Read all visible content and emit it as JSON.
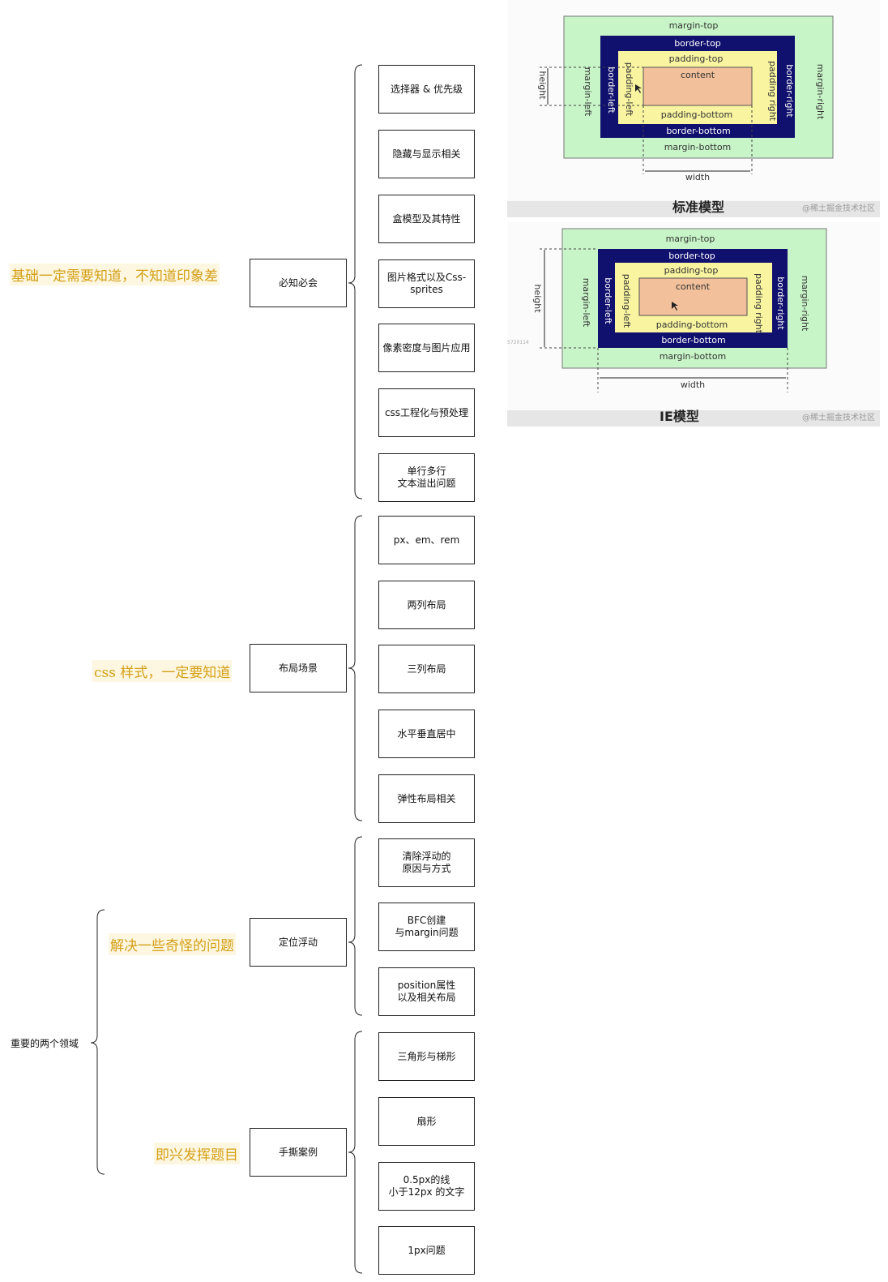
{
  "root": "重要的两个领域",
  "annotations": {
    "a1": "基础一定需要知道，不知道印象差",
    "a2": "css 样式，一定要知道",
    "a3": "解决一些奇怪的问题",
    "a4": "即兴发挥题目"
  },
  "groups": [
    {
      "label": "必知必会",
      "items": [
        "选择器 & 优先级",
        "隐藏与显示相关",
        "盒模型及其特性",
        "图片格式以及Css-\nsprites",
        "像素密度与图片应用",
        "css工程化与预处理",
        "单行多行\n文本溢出问题"
      ]
    },
    {
      "label": "布局场景",
      "items": [
        "px、em、rem",
        "两列布局",
        "三列布局",
        "水平垂直居中",
        "弹性布局相关"
      ]
    },
    {
      "label": "定位浮动",
      "items": [
        "清除浮动的\n原因与方式",
        "BFC创建\n与margin问题",
        "position属性\n以及相关布局"
      ]
    },
    {
      "label": "手撕案例",
      "items": [
        "三角形与梯形",
        "扇形",
        "0.5px的线\n小于12px 的文字",
        "1px问题"
      ]
    }
  ],
  "box_model": {
    "standard": {
      "caption": "标准模型",
      "margin_top": "margin-top",
      "margin_bottom": "margin-bottom",
      "margin_left": "margin-left",
      "margin_right": "margin-right",
      "border_top": "border-top",
      "border_bottom": "border-bottom",
      "border_left": "border-left",
      "border_right": "border-right",
      "padding_top": "padding-top",
      "padding_bottom": "padding-bottom",
      "padding_left": "padding-left",
      "padding_right": "padding right",
      "content": "content",
      "height": "height",
      "width": "width",
      "watermark": "@稀土掘金技术社区"
    },
    "ie": {
      "caption": "IE模型",
      "margin_top": "margin-top",
      "margin_bottom": "margin-bottom",
      "margin_left": "margin-left",
      "margin_right": "margin-right",
      "border_top": "border-top",
      "border_bottom": "border-bottom",
      "border_left": "border-left",
      "border_right": "border-right",
      "padding_top": "padding-top",
      "padding_bottom": "padding-bottom",
      "padding_left": "padding-left",
      "padding_right": "padding right",
      "content": "content",
      "height": "height",
      "width": "width",
      "side_note": "5720114",
      "watermark": "@稀土掘金技术社区"
    }
  },
  "colors": {
    "margin": "#c8f5c8",
    "border": "#10106e",
    "padding": "#f8f4a0",
    "content": "#f2c09a",
    "annotation": "#d4a017"
  }
}
